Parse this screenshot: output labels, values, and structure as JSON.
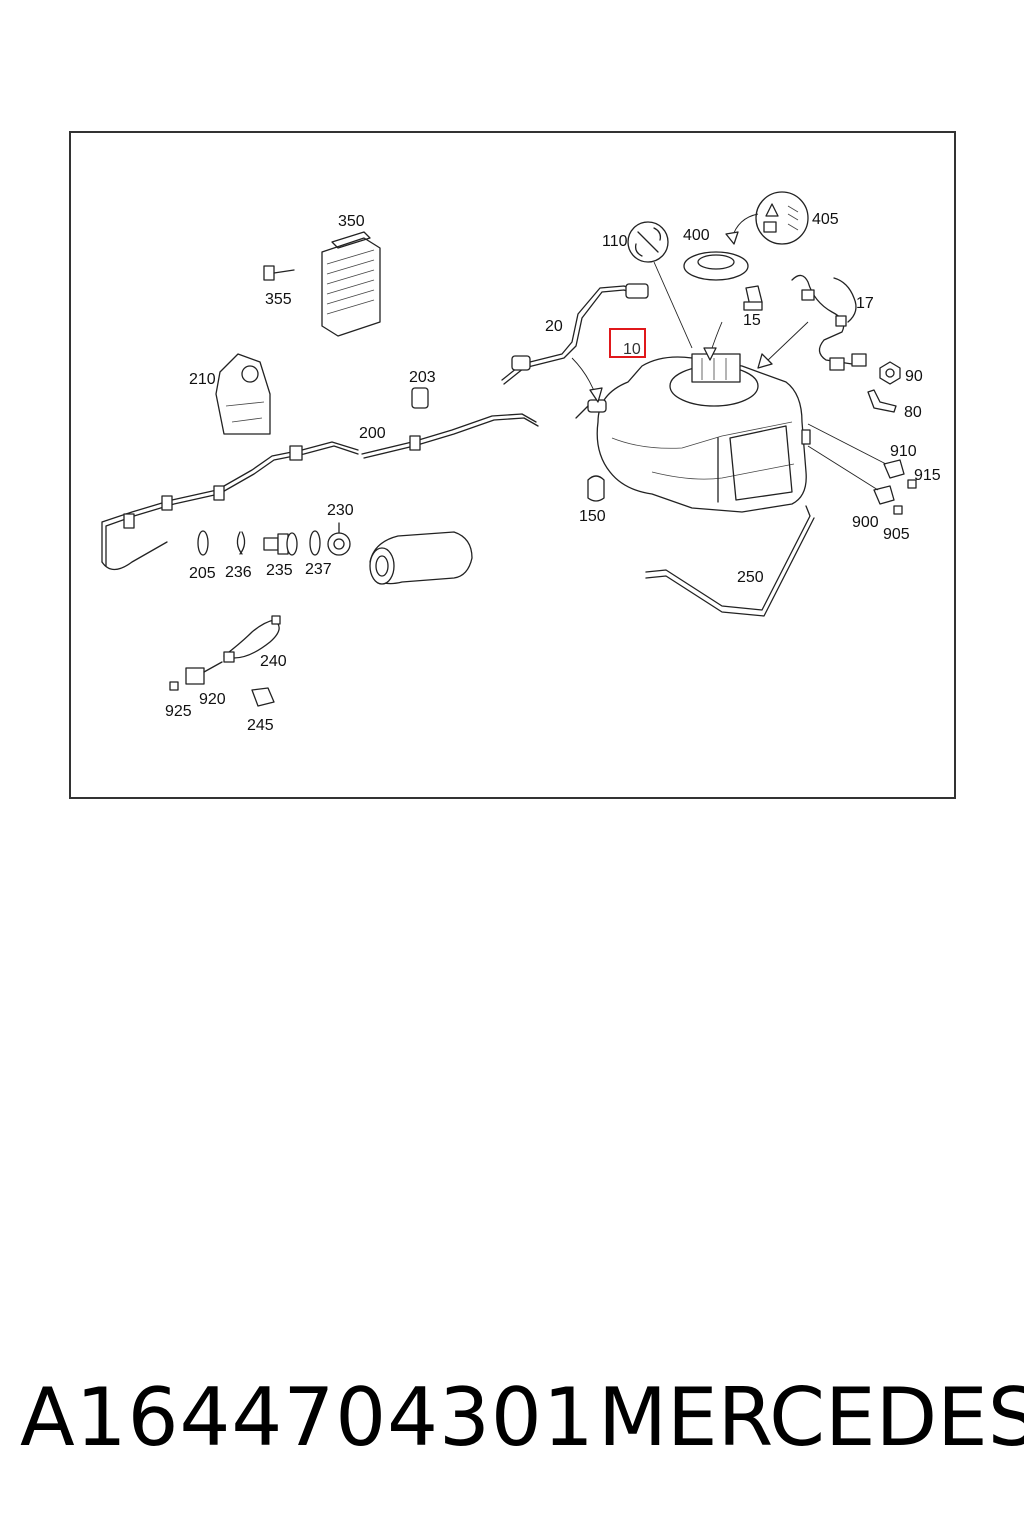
{
  "diagram": {
    "callouts": {
      "c10": "10",
      "c15": "15",
      "c17": "17",
      "c20": "20",
      "c80": "80",
      "c90": "90",
      "c110": "110",
      "c150": "150",
      "c200": "200",
      "c203": "203",
      "c205": "205",
      "c210": "210",
      "c230": "230",
      "c235": "235",
      "c236": "236",
      "c237": "237",
      "c240": "240",
      "c245": "245",
      "c250": "250",
      "c350": "350",
      "c355": "355",
      "c400": "400",
      "c405": "405",
      "c900": "900",
      "c905": "905",
      "c910": "910",
      "c915": "915",
      "c920": "920",
      "c925": "925"
    },
    "highlight_color": "#e0181b"
  },
  "footer": {
    "part_number": "A1644704301",
    "brand": "MERCEDES"
  }
}
